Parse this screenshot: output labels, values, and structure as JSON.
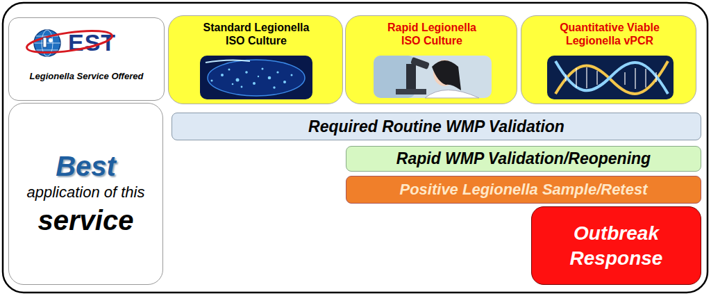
{
  "diagram": {
    "nodes": [
      {
        "text": [
          "EST",
          "Legionella Service Offered"
        ]
      },
      {
        "text": [
          "Best",
          "application of this",
          "service"
        ]
      },
      {
        "text": [
          "Standard Legionella ISO Culture"
        ]
      },
      {
        "text": [
          "Rapid Legionella ISO Culture"
        ]
      },
      {
        "text": [
          "Quantitative Viable Legionella vPCR"
        ]
      },
      {
        "text": [
          "Required Routine WMP Validation"
        ]
      },
      {
        "text": [
          "Rapid WMP Validation/Reopening"
        ]
      },
      {
        "text": [
          "Positive Legionella Sample/Retest"
        ]
      },
      {
        "text": [
          "Outbreak Response"
        ]
      }
    ]
  }
}
